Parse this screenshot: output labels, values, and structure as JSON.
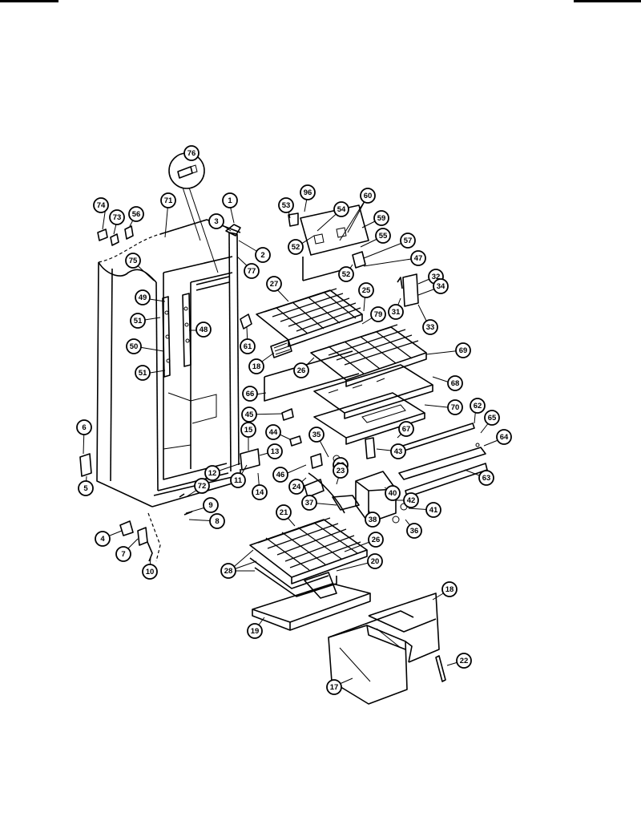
{
  "diagram": {
    "callouts": [
      {
        "label": "76"
      },
      {
        "label": "74"
      },
      {
        "label": "73"
      },
      {
        "label": "56"
      },
      {
        "label": "71"
      },
      {
        "label": "1"
      },
      {
        "label": "3"
      },
      {
        "label": "2"
      },
      {
        "label": "77"
      },
      {
        "label": "75"
      },
      {
        "label": "49"
      },
      {
        "label": "51"
      },
      {
        "label": "48"
      },
      {
        "label": "50"
      },
      {
        "label": "51"
      },
      {
        "label": "53"
      },
      {
        "label": "96"
      },
      {
        "label": "60"
      },
      {
        "label": "54"
      },
      {
        "label": "59"
      },
      {
        "label": "52"
      },
      {
        "label": "55"
      },
      {
        "label": "57"
      },
      {
        "label": "52"
      },
      {
        "label": "47"
      },
      {
        "label": "32"
      },
      {
        "label": "34"
      },
      {
        "label": "27"
      },
      {
        "label": "25"
      },
      {
        "label": "31"
      },
      {
        "label": "79"
      },
      {
        "label": "33"
      },
      {
        "label": "61"
      },
      {
        "label": "69"
      },
      {
        "label": "18"
      },
      {
        "label": "26"
      },
      {
        "label": "68"
      },
      {
        "label": "66"
      },
      {
        "label": "70"
      },
      {
        "label": "62"
      },
      {
        "label": "65"
      },
      {
        "label": "45"
      },
      {
        "label": "67"
      },
      {
        "label": "64"
      },
      {
        "label": "44"
      },
      {
        "label": "15"
      },
      {
        "label": "35"
      },
      {
        "label": "43"
      },
      {
        "label": "6"
      },
      {
        "label": "13"
      },
      {
        "label": "39"
      },
      {
        "label": "46"
      },
      {
        "label": "12"
      },
      {
        "label": "11"
      },
      {
        "label": "14"
      },
      {
        "label": "24"
      },
      {
        "label": "23"
      },
      {
        "label": "63"
      },
      {
        "label": "5"
      },
      {
        "label": "72"
      },
      {
        "label": "40"
      },
      {
        "label": "37"
      },
      {
        "label": "42"
      },
      {
        "label": "9"
      },
      {
        "label": "41"
      },
      {
        "label": "8"
      },
      {
        "label": "38"
      },
      {
        "label": "21"
      },
      {
        "label": "4"
      },
      {
        "label": "36"
      },
      {
        "label": "7"
      },
      {
        "label": "26"
      },
      {
        "label": "28"
      },
      {
        "label": "20"
      },
      {
        "label": "10"
      },
      {
        "label": "18"
      },
      {
        "label": "19"
      },
      {
        "label": "22"
      },
      {
        "label": "17"
      }
    ]
  }
}
